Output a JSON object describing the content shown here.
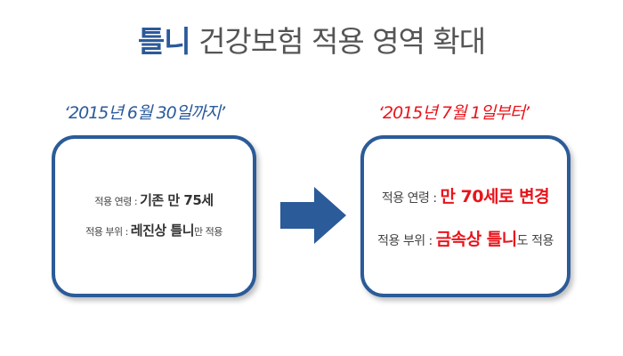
{
  "title": {
    "highlight": "틀니",
    "rest": " 건강보험 적용 영역 확대"
  },
  "before": {
    "period": "‘2015년 6월 30일까지’",
    "age_label": "적용 연령 : ",
    "age_value": "기존 만 75세",
    "scope_label": "적용 부위 : ",
    "scope_value": "레진상 틀니",
    "scope_suffix": "만 적용"
  },
  "after": {
    "period": "‘2015년 7월 1일부터’",
    "age_label": "적용 연령 : ",
    "age_value": "만 70세로 변경",
    "scope_label": "적용 부위 : ",
    "scope_value": "금속상 틀니",
    "scope_suffix": "도 적용"
  },
  "colors": {
    "blue": "#2b5b98",
    "red": "#e8141b"
  }
}
